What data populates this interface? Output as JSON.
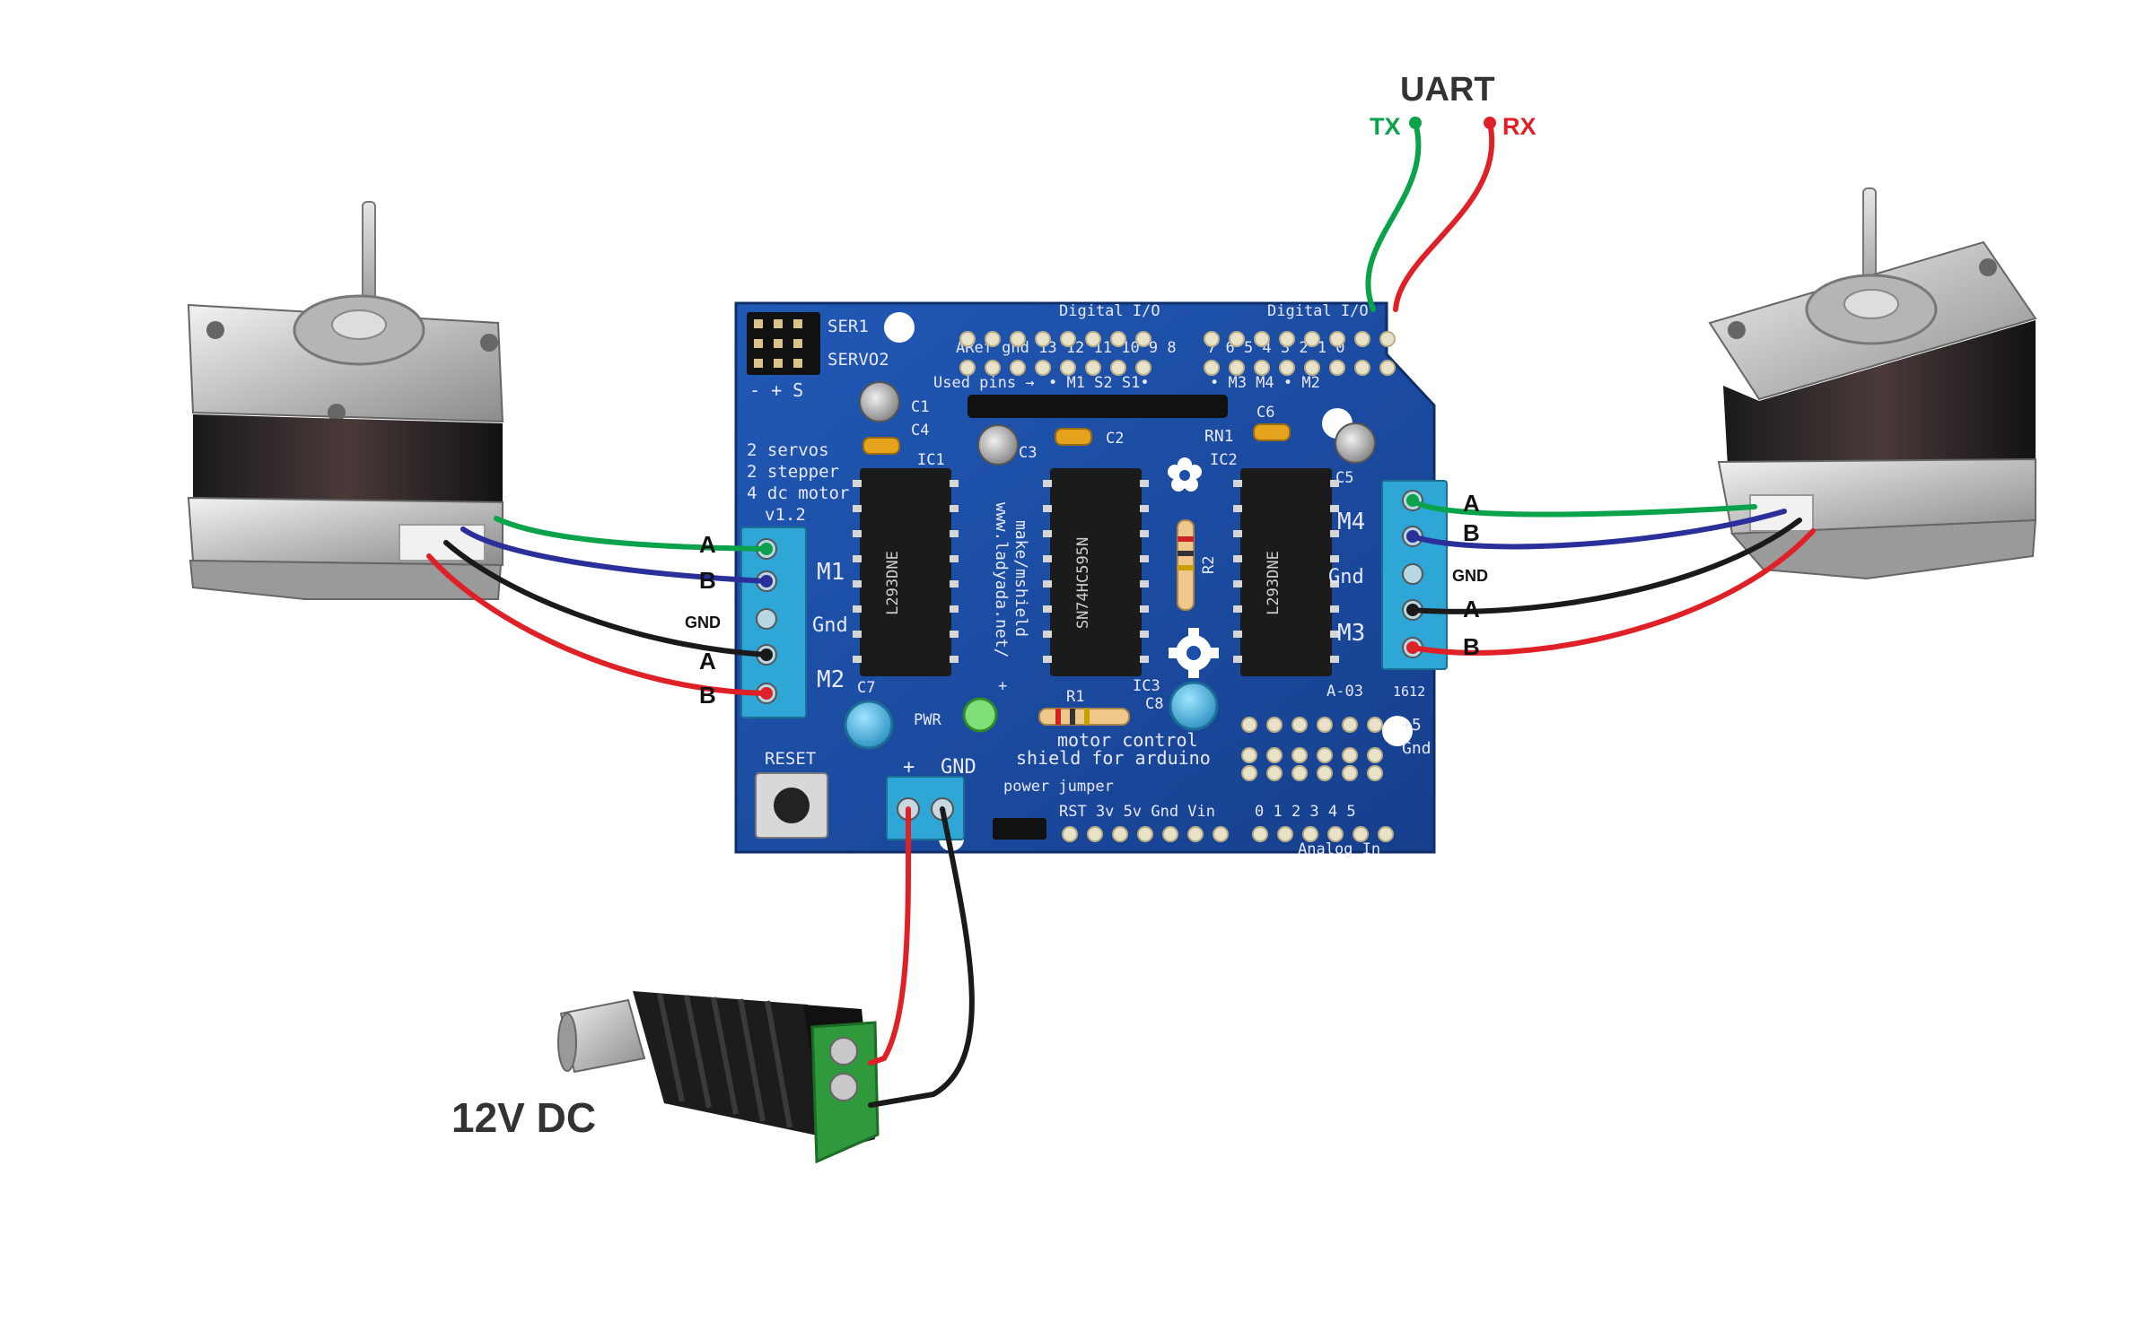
{
  "uart": {
    "title": "UART",
    "tx": "TX",
    "rx": "RX"
  },
  "power": {
    "label": "12V DC"
  },
  "left_terminal": {
    "a1": "A",
    "b1": "B",
    "gnd": "GND",
    "a2": "A",
    "b2": "B"
  },
  "right_terminal": {
    "a1": "A",
    "b1": "B",
    "gnd": "GND",
    "a2": "A",
    "b2": "B"
  },
  "board": {
    "servo1": "SER1",
    "servo2": "SERVO2",
    "servo_sign": "- + S",
    "desc1": "2 servos",
    "desc2": "2 stepper",
    "desc3": "4 dc motor",
    "desc4": "v1.2",
    "digital_io": "Digital I/O",
    "digital_io2": "Digital I/O",
    "pins_left": "ARef gnd 13 12 11 10 9 8",
    "pins_right": "7 6 5 4 3 2 1 0",
    "used_pins": "Used pins →",
    "used_pins_a": "• M1 S2 S1•",
    "used_pins_b": "• M3 M4 • M2",
    "m1": "M1",
    "m2": "M2",
    "m3": "M3",
    "m4": "M4",
    "gnd_left": "Gnd",
    "gnd_right": "Gnd",
    "c1": "C1",
    "c2": "C2",
    "c3": "C3",
    "c4": "C4",
    "c5": "C5",
    "c6": "C6",
    "c7": "C7",
    "c8": "C8",
    "ic1": "IC1",
    "ic2": "IC2",
    "ic3": "IC3",
    "ic1_mark": "L293DNE",
    "ic2_mark": "L293DNE",
    "ic3_mark": "SN74HC595N",
    "rn1": "RN1",
    "r1": "R1",
    "r2": "R2",
    "url1": "www.ladyada.net/",
    "url2": "make/mshield",
    "pwr": "PWR",
    "plus": "+",
    "reset": "RESET",
    "ext_pwr_plus": "+",
    "ext_pwr_gnd": "GND",
    "power_jumper": "power jumper",
    "motor_control": "motor control",
    "shield_for": "shield for arduino",
    "power_pins": "RST 3v 5v Gnd Vin",
    "analog_nums": "0 1 2 3 4 5",
    "analog_in": "Analog In",
    "plus5": "+5",
    "gnd_pad": "Gnd",
    "rev": "A-03",
    "code": "1612"
  },
  "colors": {
    "board": "#1c4fa8",
    "board_dark": "#143c85",
    "terminal": "#2ea6d6",
    "wire_green": "#0aa24a",
    "wire_blue": "#2b2f9a",
    "wire_black": "#1a1a1a",
    "wire_red": "#e02027",
    "label_green": "#0aa24a",
    "label_red": "#e02027"
  },
  "icons": [
    "stepper-motor-icon",
    "dc-jack-icon",
    "capacitor-icon",
    "ic-chip-icon",
    "gear-logo-icon",
    "flower-logo-icon"
  ]
}
